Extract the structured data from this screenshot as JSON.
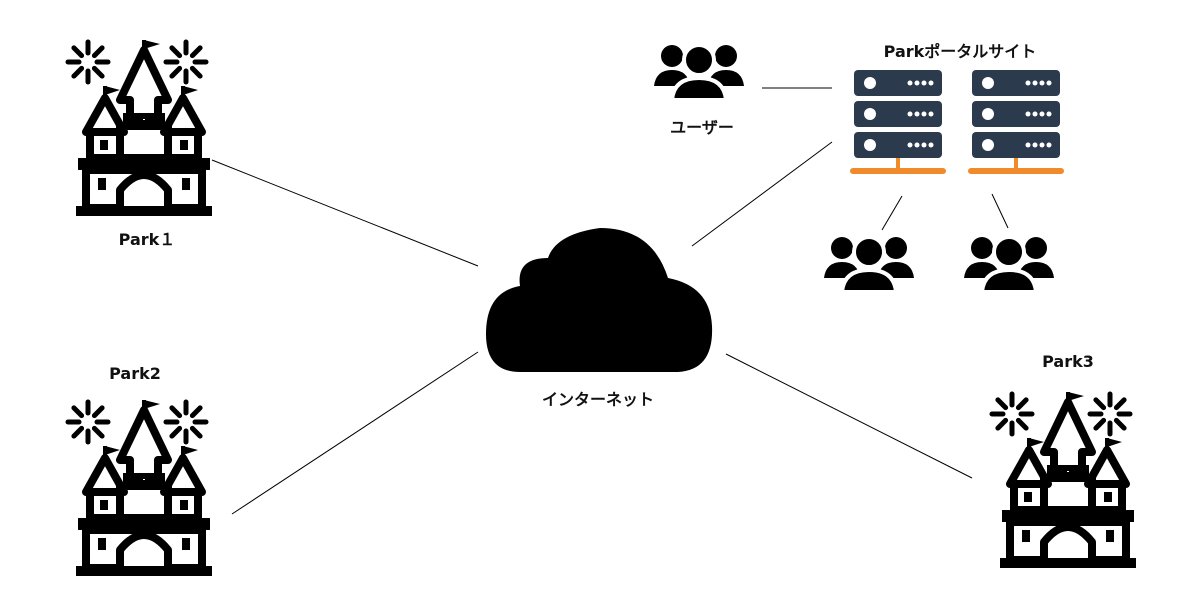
{
  "labels": {
    "park1": "Park１",
    "park2": "Park2",
    "park3": "Park3",
    "internet": "インターネット",
    "user": "ユーザー",
    "portal": "Parkポータルサイト"
  },
  "colors": {
    "icon": "#000000",
    "server_body": "#2c3a4e",
    "server_light": "#ffffff",
    "network_bar": "#f08a2a"
  },
  "icons": {
    "castle": "castle-icon",
    "cloud": "cloud-icon",
    "users": "users-group-icon",
    "server": "server-rack-icon"
  }
}
